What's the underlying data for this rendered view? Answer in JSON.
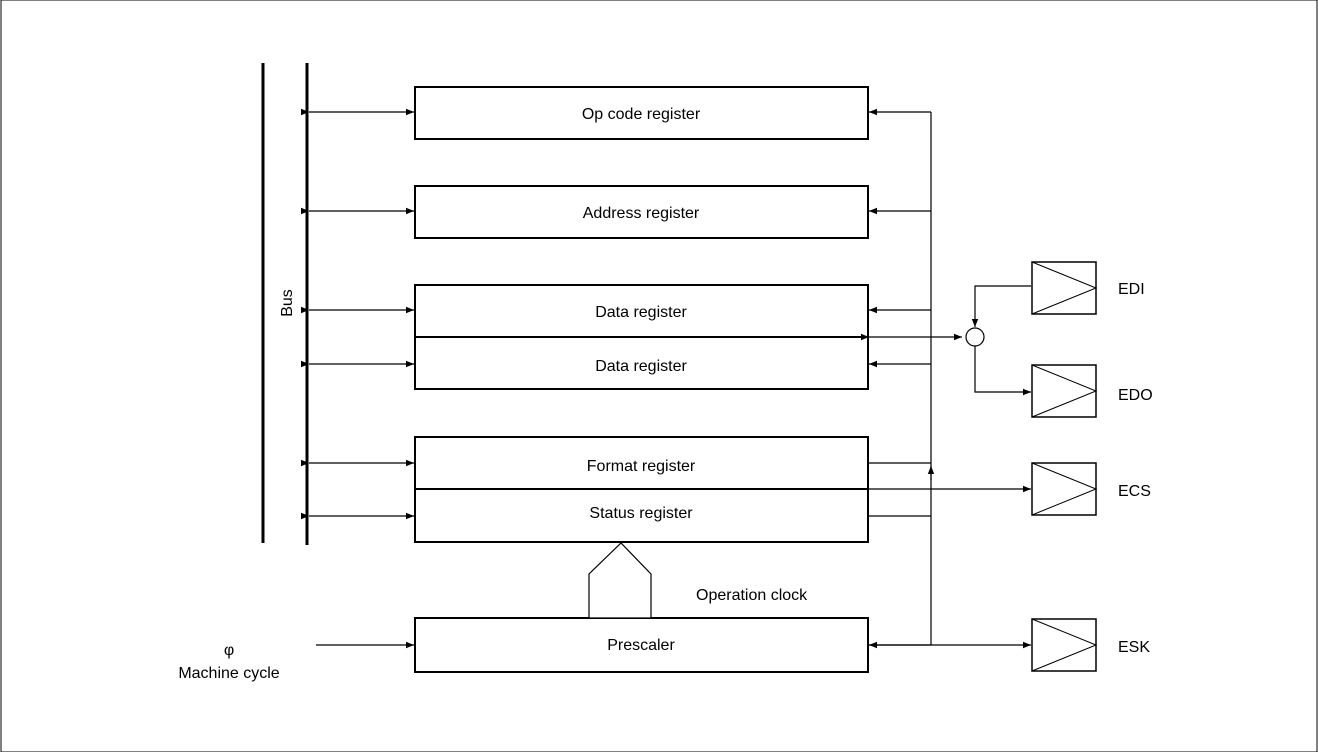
{
  "diagram": {
    "bus_label": "Bus",
    "registers": {
      "opcode": "Op code register",
      "address": "Address register",
      "data_upper": "Data register",
      "data_lower": "Data register",
      "format": "Format register",
      "status": "Status register",
      "prescaler": "Prescaler"
    },
    "buffers": {
      "edi": "EDI",
      "edo": "EDO",
      "ecs": "ECS",
      "esk": "ESK"
    },
    "operation_clock_label": "Operation clock",
    "phi_symbol": "φ",
    "machine_cycle_label": "Machine cycle"
  }
}
